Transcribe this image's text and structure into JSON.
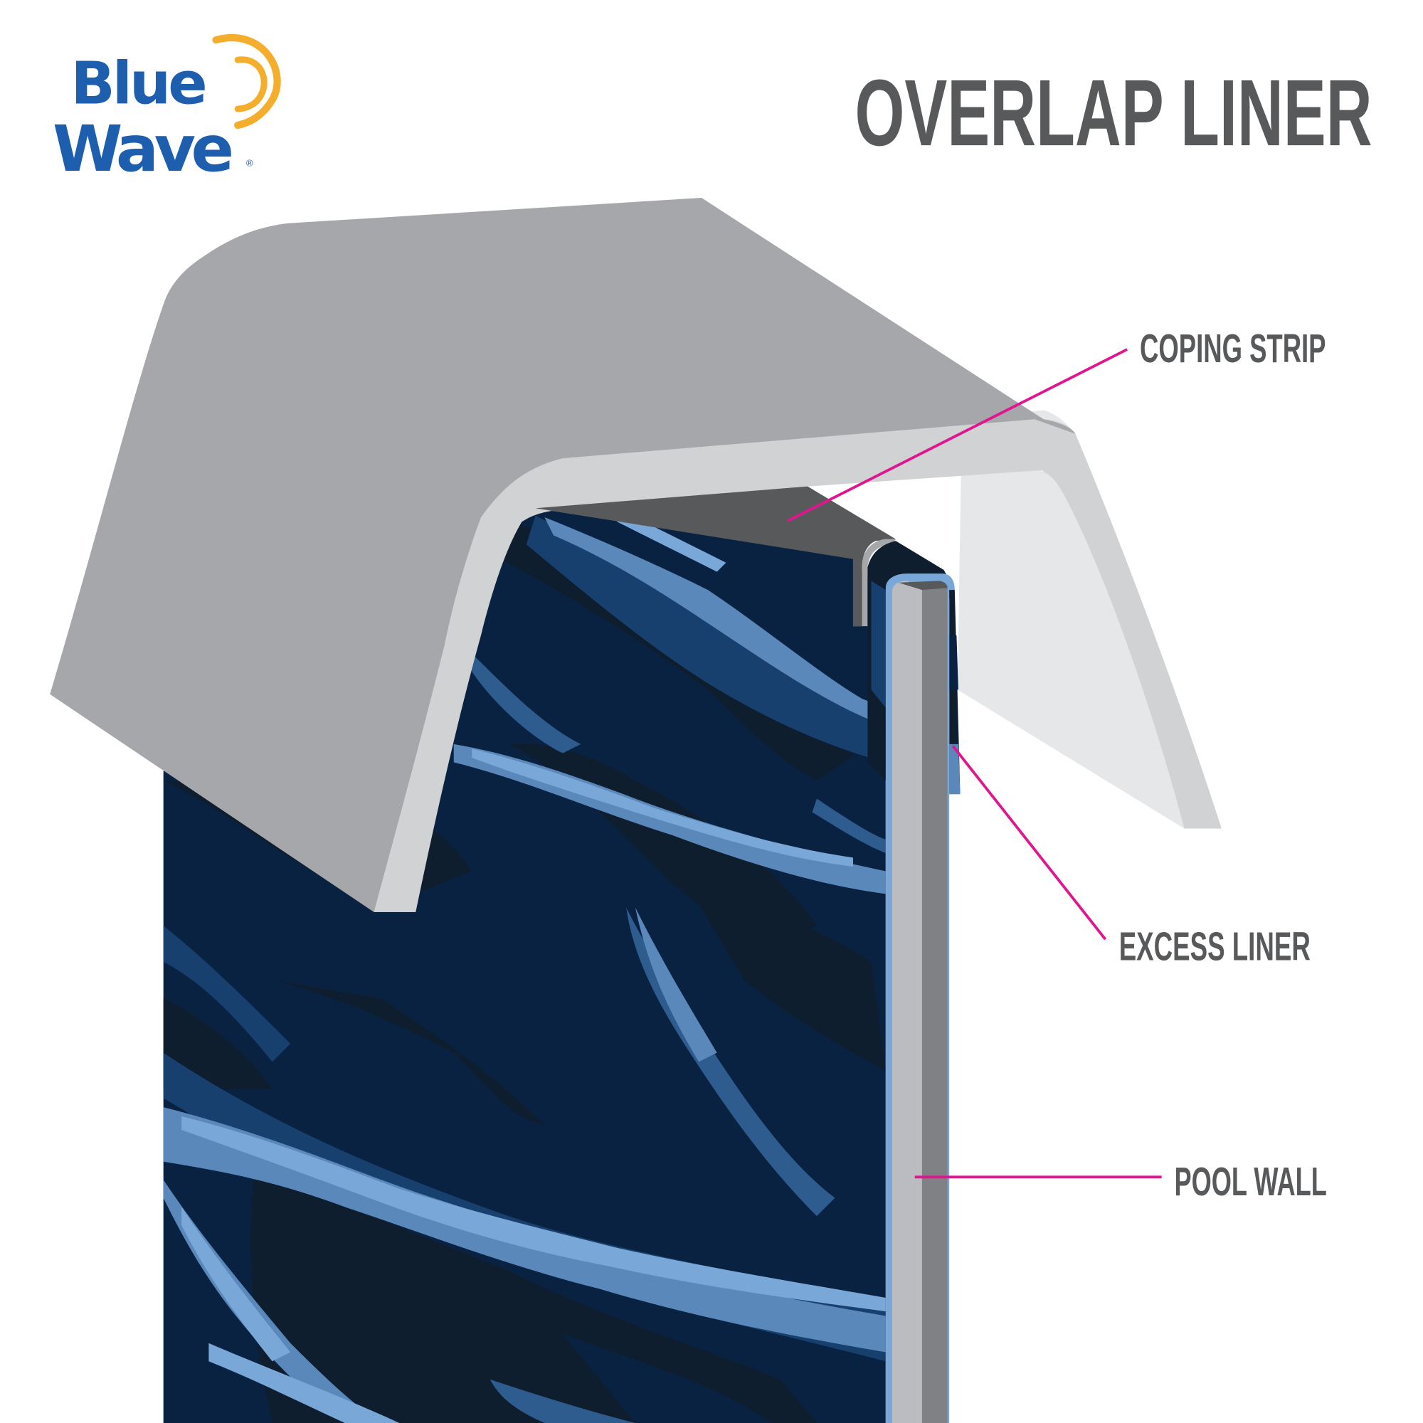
{
  "brand": {
    "line1": "Blue",
    "line2": "Wave",
    "registered": "®",
    "colors": {
      "blue": "#1d5fae",
      "orange": "#f5ad2c"
    }
  },
  "title": "OVERLAP LINER",
  "labels": {
    "coping_strip": "COPING STRIP",
    "excess_liner": "EXCESS LINER",
    "pool_wall": "POOL WALL"
  },
  "colors": {
    "title_gray": "#58595b",
    "leader_magenta": "#e0158f",
    "coping_top": "#a6a7aa",
    "coping_face": "#d1d2d4",
    "coping_inner": "#e6e7e9",
    "coping_strip": "#58595b",
    "wall_light": "#bbbcc0",
    "wall_dark": "#808184",
    "water_darkest": "#0f1e2f",
    "water_dark": "#0a2241",
    "water_mid": "#17406f",
    "water_midlight": "#2f5c8f",
    "water_light": "#5b88bb",
    "water_lightest": "#79a7d8"
  }
}
